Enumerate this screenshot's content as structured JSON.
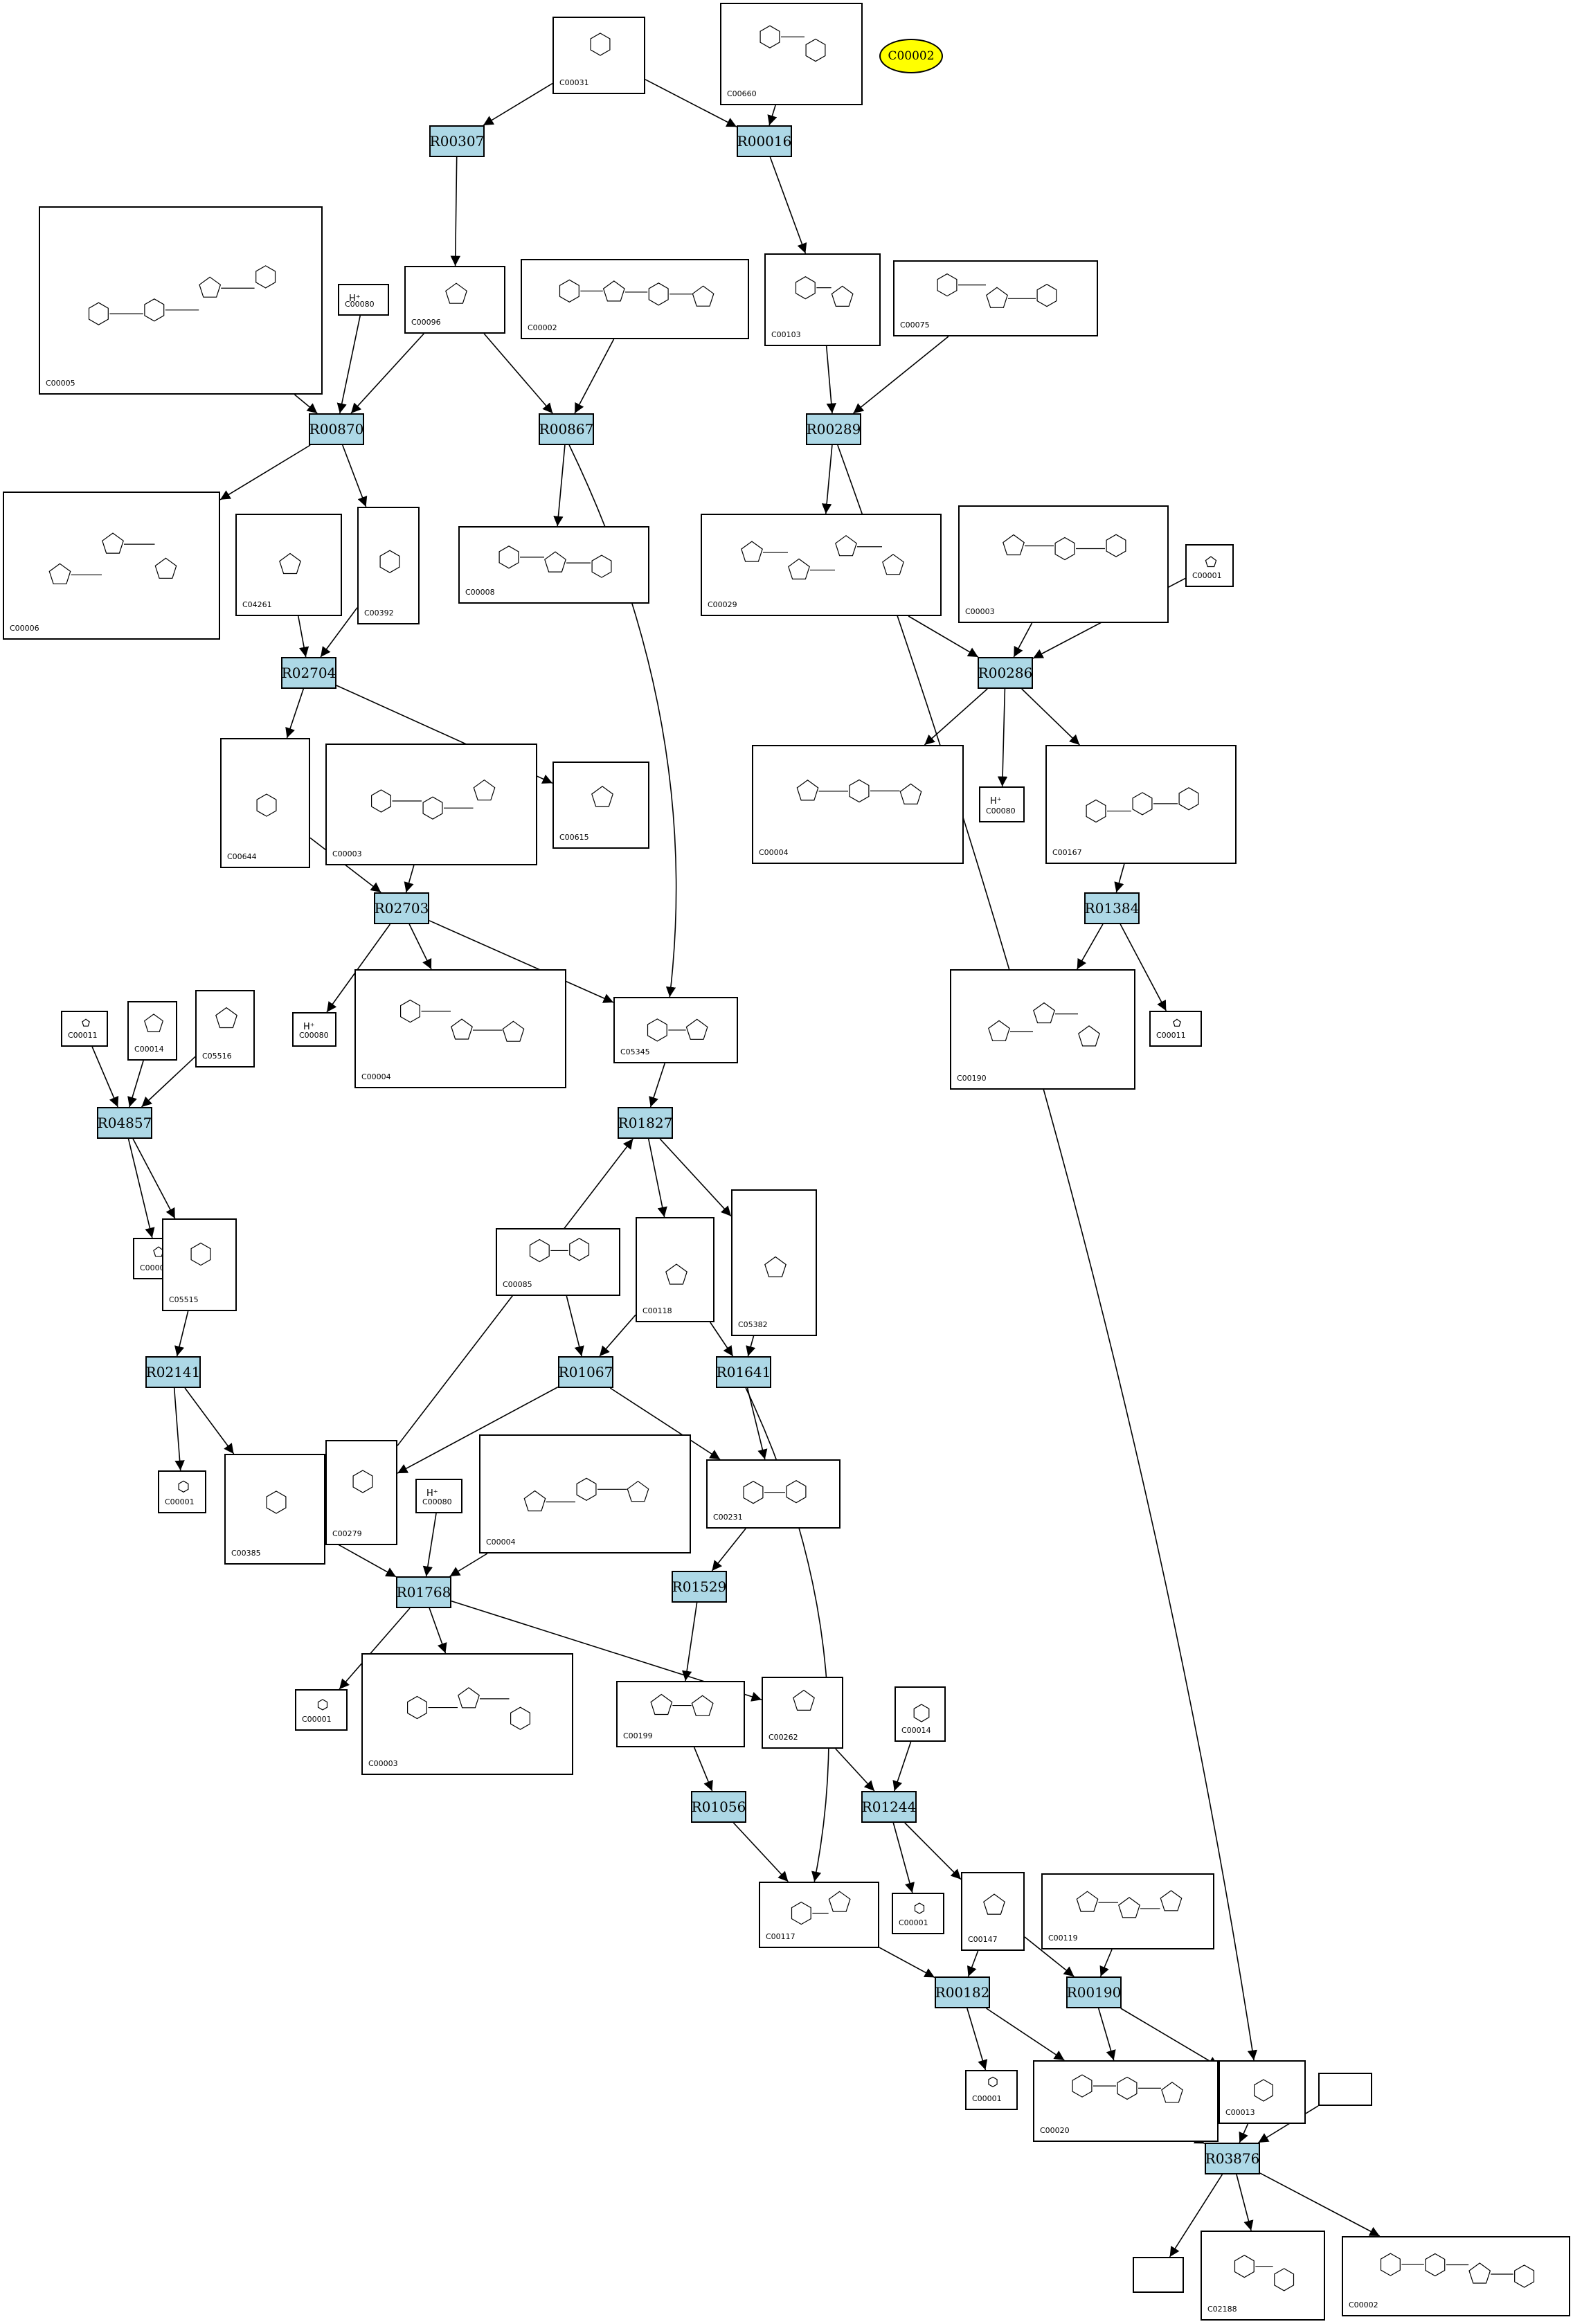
{
  "highlight": {
    "label": "C00002",
    "color": "#ffff00"
  },
  "reaction_color": "#add8e6",
  "reactions": [
    {
      "key": "R00307",
      "label": "R00307"
    },
    {
      "key": "R00016",
      "label": "R00016"
    },
    {
      "key": "R00870",
      "label": "R00870"
    },
    {
      "key": "R00867",
      "label": "R00867"
    },
    {
      "key": "R00289",
      "label": "R00289"
    },
    {
      "key": "R02704",
      "label": "R02704"
    },
    {
      "key": "R00286",
      "label": "R00286"
    },
    {
      "key": "R02703",
      "label": "R02703"
    },
    {
      "key": "R01384",
      "label": "R01384"
    },
    {
      "key": "R04857",
      "label": "R04857"
    },
    {
      "key": "R01827",
      "label": "R01827"
    },
    {
      "key": "R02141",
      "label": "R02141"
    },
    {
      "key": "R01067",
      "label": "R01067"
    },
    {
      "key": "R01641",
      "label": "R01641"
    },
    {
      "key": "R01768",
      "label": "R01768"
    },
    {
      "key": "R01529",
      "label": "R01529"
    },
    {
      "key": "R01056",
      "label": "R01056"
    },
    {
      "key": "R01244",
      "label": "R01244"
    },
    {
      "key": "R00182",
      "label": "R00182"
    },
    {
      "key": "R00190",
      "label": "R00190"
    },
    {
      "key": "R03876",
      "label": "R03876"
    }
  ],
  "compounds": [
    {
      "key": "c00031",
      "id": "C00031",
      "formula": ""
    },
    {
      "key": "c00660",
      "id": "C00660",
      "formula": ""
    },
    {
      "key": "c00005",
      "id": "C00005",
      "formula": ""
    },
    {
      "key": "c00080a",
      "id": "C00080",
      "formula": "H⁺"
    },
    {
      "key": "c00096",
      "id": "C00096",
      "formula": ""
    },
    {
      "key": "c00002a",
      "id": "C00002",
      "formula": ""
    },
    {
      "key": "c00103",
      "id": "C00103",
      "formula": ""
    },
    {
      "key": "c00075",
      "id": "C00075",
      "formula": ""
    },
    {
      "key": "c00006",
      "id": "C00006",
      "formula": ""
    },
    {
      "key": "c04261",
      "id": "C04261",
      "formula": ""
    },
    {
      "key": "c00392",
      "id": "C00392",
      "formula": ""
    },
    {
      "key": "c00008",
      "id": "C00008",
      "formula": ""
    },
    {
      "key": "c00029",
      "id": "C00029",
      "formula": ""
    },
    {
      "key": "c00003a",
      "id": "C00003",
      "formula": ""
    },
    {
      "key": "c00001a",
      "id": "C00001",
      "formula": ""
    },
    {
      "key": "c00644",
      "id": "C00644",
      "formula": ""
    },
    {
      "key": "c00003b",
      "id": "C00003",
      "formula": ""
    },
    {
      "key": "c00615",
      "id": "C00615",
      "formula": ""
    },
    {
      "key": "c00004a",
      "id": "C00004",
      "formula": ""
    },
    {
      "key": "c00080b",
      "id": "C00080",
      "formula": "H⁺"
    },
    {
      "key": "c00167",
      "id": "C00167",
      "formula": ""
    },
    {
      "key": "c00080c",
      "id": "C00080",
      "formula": "H⁺"
    },
    {
      "key": "c00011a",
      "id": "C00011",
      "formula": ""
    },
    {
      "key": "c00014a",
      "id": "C00014",
      "formula": ""
    },
    {
      "key": "c05516",
      "id": "C05516",
      "formula": ""
    },
    {
      "key": "c00004b",
      "id": "C00004",
      "formula": ""
    },
    {
      "key": "c05345",
      "id": "C05345",
      "formula": ""
    },
    {
      "key": "c00190",
      "id": "C00190",
      "formula": ""
    },
    {
      "key": "c00011b",
      "id": "C00011",
      "formula": ""
    },
    {
      "key": "c00001b",
      "id": "C00001",
      "formula": ""
    },
    {
      "key": "c05515",
      "id": "C05515",
      "formula": ""
    },
    {
      "key": "c00085",
      "id": "C00085",
      "formula": ""
    },
    {
      "key": "c00118",
      "id": "C00118",
      "formula": ""
    },
    {
      "key": "c05382",
      "id": "C05382",
      "formula": ""
    },
    {
      "key": "c00001c",
      "id": "C00001",
      "formula": ""
    },
    {
      "key": "c00385",
      "id": "C00385",
      "formula": ""
    },
    {
      "key": "c00279",
      "id": "C00279",
      "formula": ""
    },
    {
      "key": "c00080d",
      "id": "C00080",
      "formula": "H⁺"
    },
    {
      "key": "c00004c",
      "id": "C00004",
      "formula": ""
    },
    {
      "key": "c00231",
      "id": "C00231",
      "formula": ""
    },
    {
      "key": "c00001d",
      "id": "C00001",
      "formula": ""
    },
    {
      "key": "c00003c",
      "id": "C00003",
      "formula": ""
    },
    {
      "key": "c00199",
      "id": "C00199",
      "formula": ""
    },
    {
      "key": "c00262",
      "id": "C00262",
      "formula": ""
    },
    {
      "key": "c00014b",
      "id": "C00014",
      "formula": ""
    },
    {
      "key": "c00117",
      "id": "C00117",
      "formula": ""
    },
    {
      "key": "c00001e",
      "id": "C00001",
      "formula": ""
    },
    {
      "key": "c00147",
      "id": "C00147",
      "formula": ""
    },
    {
      "key": "c00119",
      "id": "C00119",
      "formula": ""
    },
    {
      "key": "c00001f",
      "id": "C00001",
      "formula": ""
    },
    {
      "key": "c00020",
      "id": "C00020",
      "formula": ""
    },
    {
      "key": "c00013",
      "id": "C00013",
      "formula": ""
    },
    {
      "key": "blank1",
      "id": "",
      "formula": ""
    },
    {
      "key": "blank2",
      "id": "",
      "formula": ""
    },
    {
      "key": "c02188",
      "id": "C02188",
      "formula": ""
    },
    {
      "key": "c00002b",
      "id": "C00002",
      "formula": ""
    }
  ]
}
